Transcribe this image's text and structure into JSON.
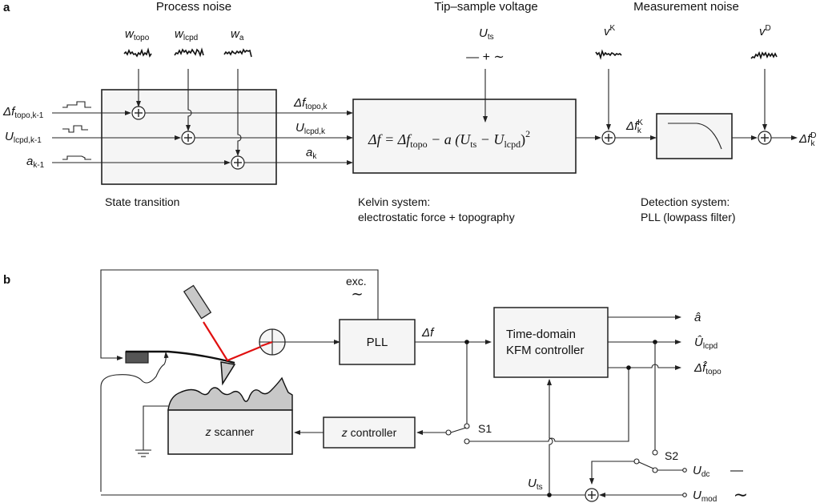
{
  "panel_a": {
    "label": "a",
    "headers": {
      "process_noise": "Process noise",
      "tip_sample_voltage": "Tip–sample voltage",
      "measurement_noise": "Measurement noise"
    },
    "noise_sources": [
      {
        "symbol": "w",
        "subscript": "topo"
      },
      {
        "symbol": "w",
        "subscript": "lcpd"
      },
      {
        "symbol": "w",
        "subscript": "a"
      }
    ],
    "measurement_noise_sources": [
      {
        "symbol": "v",
        "superscript": "K"
      },
      {
        "symbol": "v",
        "superscript": "D"
      }
    ],
    "voltage": {
      "symbol": "U",
      "subscript": "ts",
      "signal_glyph": "— + ∼"
    },
    "inputs": [
      {
        "symbol": "Δf",
        "subscript": "topo,k-1"
      },
      {
        "symbol": "U",
        "subscript": "lcpd,k-1"
      },
      {
        "symbol": "a",
        "subscript": "k-1"
      }
    ],
    "outputs": [
      {
        "symbol": "Δf",
        "subscript": "topo,k"
      },
      {
        "symbol": "U",
        "subscript": "lcpd,k"
      },
      {
        "symbol": "a",
        "subscript": "k"
      }
    ],
    "equation": {
      "lhs": "Δf = Δf",
      "topo_sub": "topo",
      "mid": " − a (U",
      "ts_sub": "ts",
      "minus": " − U",
      "lcpd_sub": "lcpd",
      "close": ")",
      "power": "2"
    },
    "kelvin_output": {
      "symbol": "Δf",
      "superscript": "K",
      "subscript": "k"
    },
    "detection_output": {
      "symbol": "Δf",
      "superscript": "D",
      "subscript": "k"
    },
    "captions": {
      "state_transition": "State transition",
      "kelvin_title": "Kelvin system:",
      "kelvin_desc": "electrostatic force + topography",
      "detection_title": "Detection system:",
      "detection_desc": "PLL (lowpass filter)"
    },
    "sum_symbol": "+"
  },
  "panel_b": {
    "label": "b",
    "exc_label": "exc.",
    "exc_glyph": "∼",
    "pll_label": "PLL",
    "delta_f_label": "Δf",
    "controller_line1": "Time-domain",
    "controller_line2": "KFM controller",
    "z_scanner_italic": "z",
    "z_scanner_rest": " scanner",
    "z_controller_italic": "z",
    "z_controller_rest": " controller",
    "switch1": "S1",
    "switch2": "S2",
    "outputs": [
      {
        "symbol": "â",
        "subscript": ""
      },
      {
        "symbol": "Û",
        "subscript": "lcpd"
      },
      {
        "symbol": "Δf̂",
        "subscript": "topo"
      }
    ],
    "u_ts": {
      "symbol": "U",
      "subscript": "ts"
    },
    "u_dc": {
      "symbol": "U",
      "subscript": "dc",
      "glyph": "—"
    },
    "u_mod": {
      "symbol": "U",
      "subscript": "mod",
      "glyph": "∼"
    },
    "laser_color": "#e01010",
    "sum_symbol": "+"
  }
}
